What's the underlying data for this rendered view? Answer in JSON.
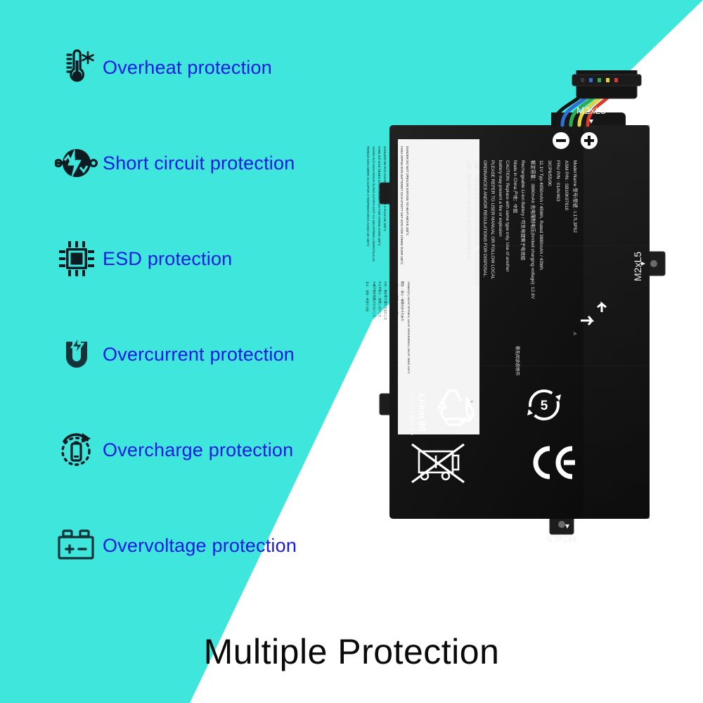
{
  "page": {
    "title": "Multiple Protection",
    "background_teal": "#3ee6db",
    "background_white": "#ffffff",
    "label_color": "#1a1ae6",
    "title_color": "#0a0a0a"
  },
  "features": [
    {
      "icon": "thermometer-snowflake-icon",
      "label": "Overheat protection"
    },
    {
      "icon": "short-circuit-icon",
      "label": "Short circuit protection"
    },
    {
      "icon": "chip-icon",
      "label": "ESD protection"
    },
    {
      "icon": "magnet-bolt-icon",
      "label": "Overcurrent protection"
    },
    {
      "icon": "battery-recharge-icon",
      "label": "Overcharge protection"
    },
    {
      "icon": "car-battery-icon",
      "label": "Overvoltage protection"
    }
  ],
  "battery": {
    "alt": "Lenovo L17L3P52 laptop battery, black, with connector cable",
    "screw_marks": [
      "M2xL5",
      "M2xL5",
      "M2xL5"
    ],
    "terminal_minus": "–",
    "terminal_plus": "+",
    "label": {
      "model_name": "Model Name 型号/型號 : L17L3P52",
      "asm_pn": "ASM P/N                  : SB10K97610",
      "fru_pn": "FRU P/N                   : 01AV463",
      "cell_code": "3ICP6/55/90",
      "voltage": "11.1V          Typ 4050mAh / 45Wh, Rated 3880mAh / 43Wh",
      "rated_capacity": "额定容量：3880mAh    充电限制电压(limited charging voltage): 12.6V",
      "line_rechargeable": "Rechargeable Li-ion Battery / 可充电锂离子电池组",
      "line_made_in": "Made in China     产地：中国",
      "line_caution_1": "CAUTION: Replace with same type only. Use of another",
      "line_caution_2": "battery may present a fire  or explosion",
      "line_refer_1": "PLEASE REFER TO USER MANUAL OR FOLLOW LOCAL",
      "line_refer_2": "ORDINANCES AND/OR REGULATIONS FOR DISPOSAL.",
      "line_cn_1": "注意：只能使用电池制造商指定的替换电池。使用其他电池可能",
      "line_cn_2": "注意：请参阅用户手册或按照当地法规处理废电池。",
      "danger_lines": [
        "DANGER  DO NOT OPEN OR EXPOSE TO HEAT ABOVE 100°C",
        "FARA  ÖPPNA INTE BATTERIET OCH UTSÄTT DET INTE FÖR VÄRME ÖVER 100°C",
        "GEVAAR  NIET OPENEN, NIET BLOOTSTELLEN AAN TEMPERATUREN BOVEN 100°C",
        "FARLIG  MÅ IKKE ÅPNES ELLER UTSETTES FOR TEMPERATURER OVER 100°C",
        "DANGER!  NE PAS OUVRIR NI EXPOSER À PLUS DE 100°C",
        "FARE  MÅ IKKE ÅBNES ELLER UDSÆTTES FOR VARME OVER 100°C",
        "VAARA  ÄLÄ AVAA AKKUA ÄLÄKÄ ALTISTA SITÄ YLI 100 ASTEEN LÄMPÖTILALLE",
        "PERIGO  NÃO ABRIR OU EXPOR A TEMPERATURAS ACIMA DE 100°C",
        "PELIGRO  NO ABRIR NI EXPONER A TEMPERATURAS SUPERIORES A 100°C",
        "PERIGO  NÃO ABRIR NEM EXPOR A TEMPERATURAS SUPERIORES A 100°C",
        "ATTENZIONE!  NON APRIRE NÉ ESPORRE A TEMPERATURE SUPERIORI A 100°C"
      ],
      "vd_line": "VD8800(TI) NICHT ÖFFNEN, NICHT REPARIEREN, NICHT ÜBER 100°C",
      "liion_mark": "Li-ion 00",
      "liion_jp": "リサイクル協力しよう",
      "recycle_number": "5",
      "ce_mark": "CE",
      "jp_block": [
        "警告 ：発火・破裂のおそれあり",
        "①指定の充電器以外は使用しないこと",
        "②分解・改造しないこと",
        "③水・海水等で濡らさないこと",
        "④火中投入・加熱しないこと",
        "⑤端子間を短絡させないこと"
      ],
      "kr_block": [
        "경고 ：발화・파열의 위험",
        "①지정된 충전기 이외는 사용하지 말 것",
        "②분해・개조하지 말 것",
        "③물・바닷물 등에 적시지 말 것"
      ]
    }
  }
}
